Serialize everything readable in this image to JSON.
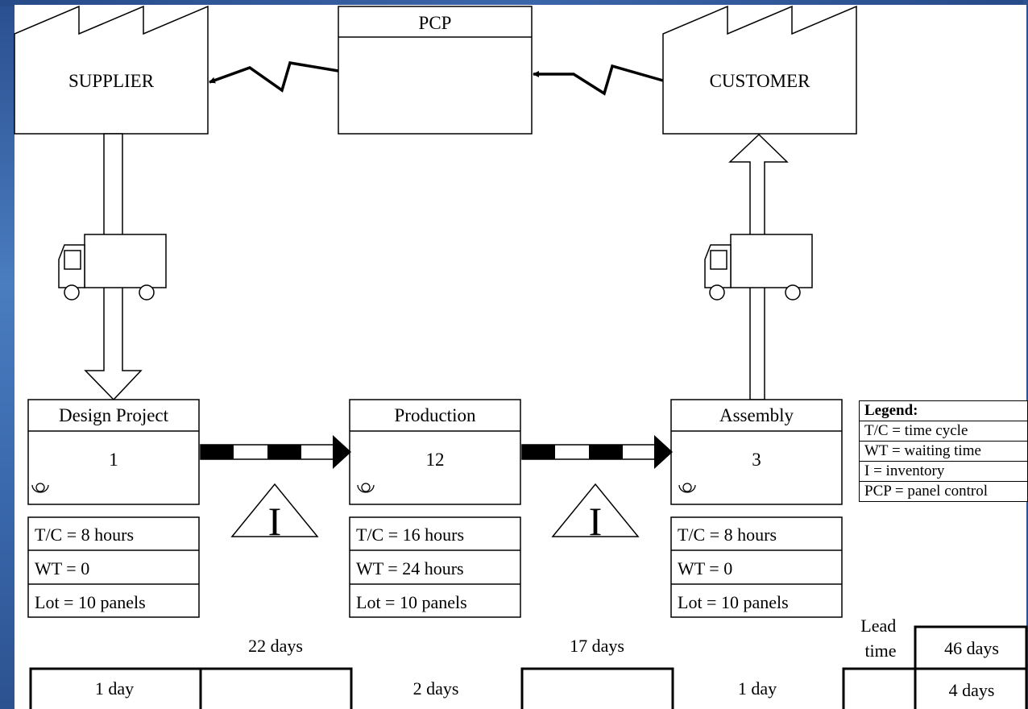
{
  "supplier": {
    "label": "SUPPLIER"
  },
  "pcp": {
    "title": "PCP"
  },
  "customer": {
    "label": "CUSTOMER"
  },
  "processes": [
    {
      "name": "Design Project",
      "operators": "1",
      "tc": "T/C = 8 hours",
      "wt": "WT = 0",
      "lot": "Lot = 10 panels"
    },
    {
      "name": "Production",
      "operators": "12",
      "tc": "T/C = 16 hours",
      "wt": "WT = 24 hours",
      "lot": "Lot = 10 panels"
    },
    {
      "name": "Assembly",
      "operators": "3",
      "tc": "T/C = 8 hours",
      "wt": "WT = 0",
      "lot": "Lot = 10 panels"
    }
  ],
  "inventory": [
    {
      "symbol": "I"
    },
    {
      "symbol": "I"
    }
  ],
  "legend": {
    "title": "Legend:",
    "items": [
      "T/C = time cycle",
      "WT = waiting time",
      "I = inventory",
      "PCP = panel control"
    ]
  },
  "timeline": {
    "wait_times": [
      "22 days",
      "17 days"
    ],
    "process_times": [
      "1 day",
      "2 days",
      "1 day"
    ],
    "lead_label": "Lead time",
    "lead_total": "46 days",
    "process_total": "4 days"
  }
}
